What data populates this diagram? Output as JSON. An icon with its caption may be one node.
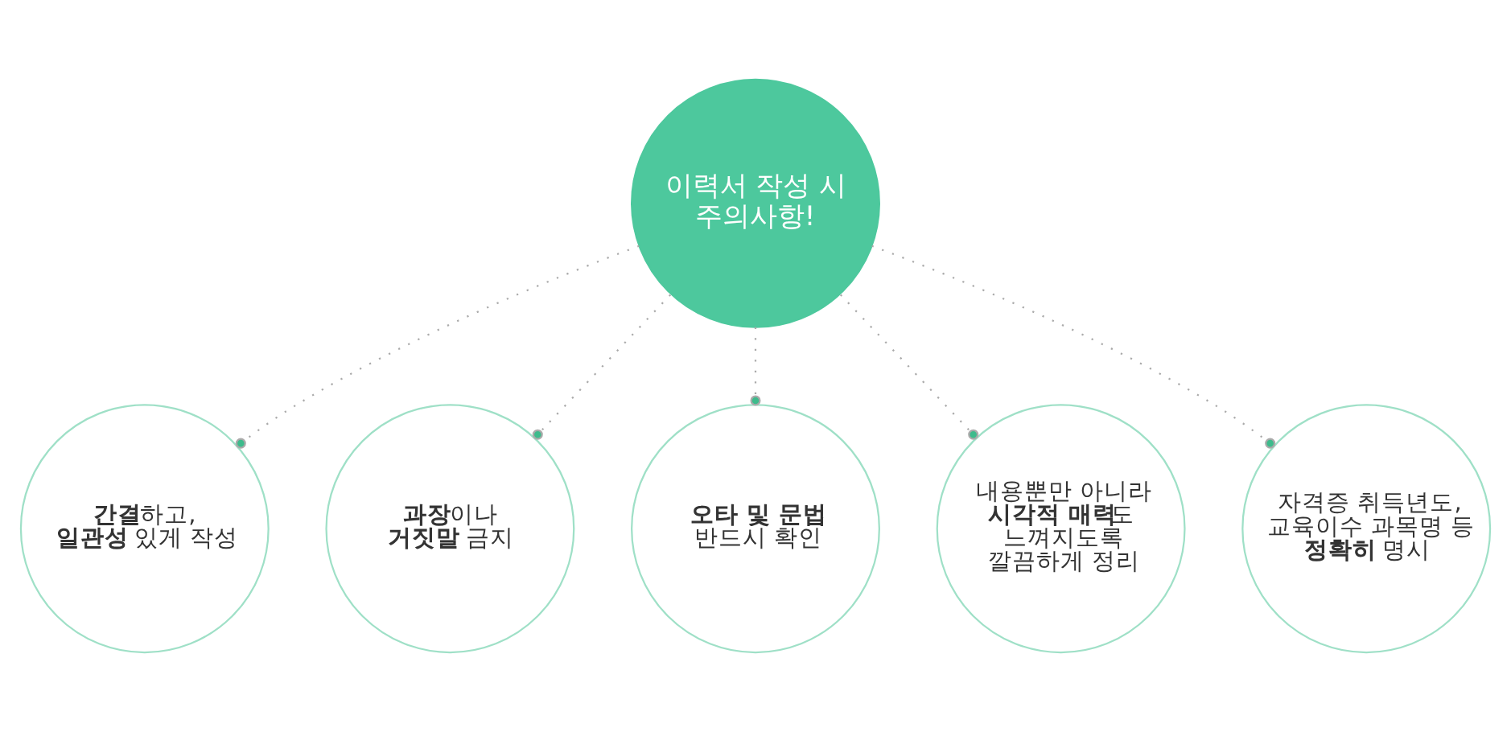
{
  "diagram": {
    "nodes": [
      {
        "text": [
          "이력서 작성 시 주의사항!"
        ]
      },
      {
        "text": [
          "**간결**하고, **일관성** 있게 작성"
        ]
      },
      {
        "text": [
          "**과장**이나 **거짓말** 금지"
        ]
      },
      {
        "text": [
          "**오타 및 문법** 반드시 확인"
        ]
      },
      {
        "text": [
          "내용뿐만 아니라 **시각적 매력**도 느껴지도록 깔끔하게 정리"
        ]
      },
      {
        "text": [
          "자격증 취득년도, 교육이수 과목명 등 **정확히** 명시"
        ]
      }
    ],
    "edges": [
      {
        "from": 0,
        "to": 1,
        "arrow": "other"
      },
      {
        "from": 0,
        "to": 2,
        "arrow": "other"
      },
      {
        "from": 0,
        "to": 3,
        "arrow": "other"
      },
      {
        "from": 0,
        "to": 4,
        "arrow": "other"
      },
      {
        "from": 0,
        "to": 5,
        "arrow": "other"
      }
    ]
  }
}
